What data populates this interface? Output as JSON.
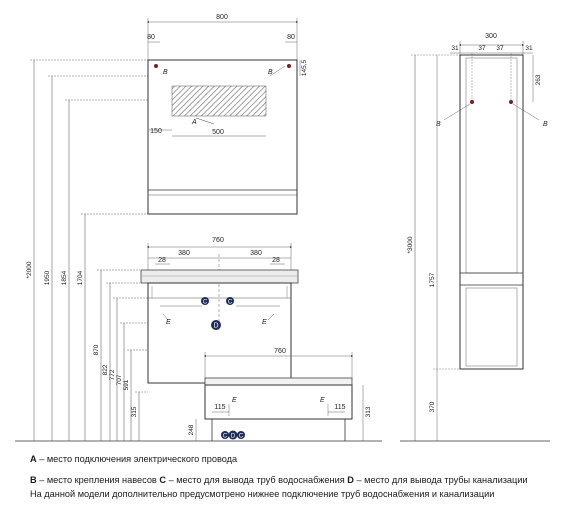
{
  "top_cabinet": {
    "width": "800",
    "inset_left": "80",
    "inset_right": "80",
    "offset_v": "145,5",
    "box_offset": "150",
    "box_width": "500",
    "label_a": "A",
    "label_b_left": "B",
    "label_b_right": "B"
  },
  "sink_cabinet": {
    "width": "760",
    "half_left": "380",
    "half_right": "380",
    "inset_left": "28",
    "inset_right": "28",
    "label_e_left": "E",
    "label_e_right": "E",
    "label_d": "D",
    "label_c_left": "C",
    "label_c_right": "C"
  },
  "lower_cabinet": {
    "width": "760",
    "height": "248",
    "off_left": "115",
    "off_right": "115",
    "height_right": "313",
    "label_e_left": "E",
    "label_e_right": "E",
    "label_c_left": "C",
    "label_d": "D",
    "label_c_right": "C"
  },
  "vertical_dims": [
    "*2000",
    "1950",
    "1854",
    "1704",
    "870",
    "822",
    "772",
    "707",
    "591",
    "315"
  ],
  "column": {
    "width": "300",
    "seg_left": "31",
    "seg_mid1": "37",
    "seg_mid2": "37",
    "seg_right": "31",
    "top_offset": "263",
    "height": "*3000",
    "inner": "1757",
    "bottom": "370",
    "label_b_left": "B",
    "label_b_right": "B"
  },
  "legend": {
    "a_key": "A",
    "a_text": " – место подключения электрического провода",
    "b_key": "B",
    "b_text": " – место крепления навесов ",
    "c_key": "C",
    "c_text": " – место для вывода труб водоснабжения   ",
    "d_key": "D",
    "d_text": " – место для вывода трубы канализации",
    "note": "На данной модели дополнительно предусмотрено нижнее подключение труб водоснабжения и канализации"
  },
  "colors": {
    "line": "#333333",
    "dim": "#666666",
    "hatch": "#8a8a8a",
    "marker": "#1f2d5a",
    "dot": "#7a1f1f"
  }
}
